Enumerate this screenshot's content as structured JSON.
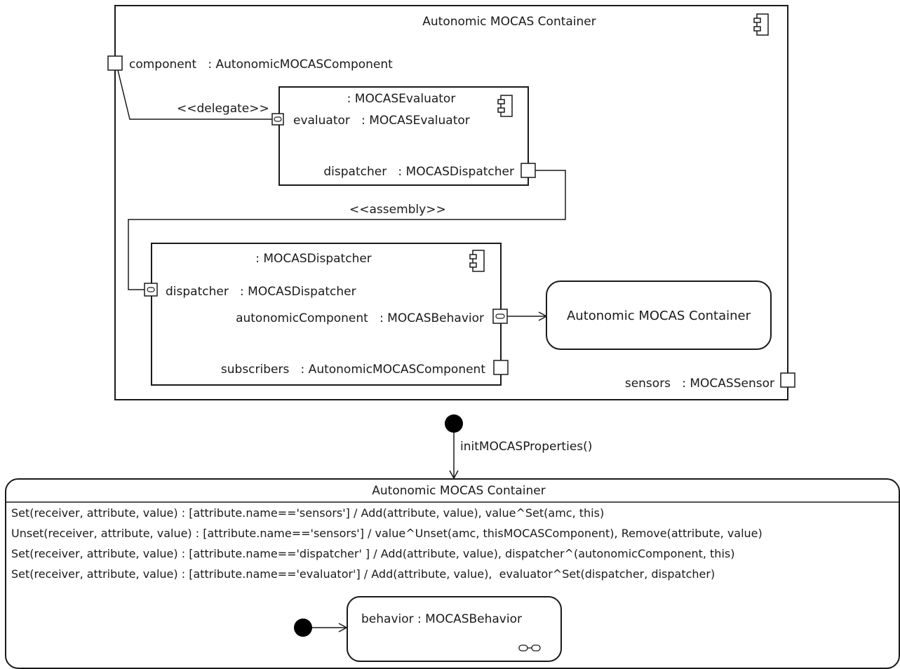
{
  "container": {
    "title": "Autonomic MOCAS Container",
    "component_port": "component   : AutonomicMOCASComponent",
    "sensors_port": "sensors   : MOCASSensor"
  },
  "evaluator_part": {
    "title": ": MOCASEvaluator",
    "evaluator_port": "evaluator   : MOCASEvaluator",
    "dispatcher_port": "dispatcher   : MOCASDispatcher"
  },
  "dispatcher_part": {
    "title": ": MOCASDispatcher",
    "dispatcher_port": "dispatcher   : MOCASDispatcher",
    "autonomic_port": "autonomicComponent   : MOCASBehavior",
    "subscribers_port": "subscribers   : AutonomicMOCASComponent"
  },
  "connectors": {
    "delegate": "<<delegate>>",
    "assembly": "<<assembly>>"
  },
  "external_box": "Autonomic MOCAS Container",
  "state_machine": {
    "initial_transition": "initMOCASProperties()",
    "title": "Autonomic MOCAS Container",
    "transitions": [
      "Set(receiver, attribute, value) : [attribute.name=='sensors'] / Add(attribute, value), value^Set(amc, this)",
      "Unset(receiver, attribute, value) : [attribute.name=='sensors'] / value^Unset(amc, thisMOCASComponent), Remove(attribute, value)",
      "Set(receiver, attribute, value) : [attribute.name=='dispatcher' ] / Add(attribute, value), dispatcher^(autonomicComponent, this)",
      "Set(receiver, attribute, value) : [attribute.name=='evaluator'] / Add(attribute, value),  evaluator^Set(dispatcher, dispatcher)"
    ],
    "substate": "behavior : MOCASBehavior"
  },
  "icons": [
    "component-icon",
    "port-icon",
    "interface-port-icon",
    "initial-state-icon",
    "submachine-icon"
  ]
}
